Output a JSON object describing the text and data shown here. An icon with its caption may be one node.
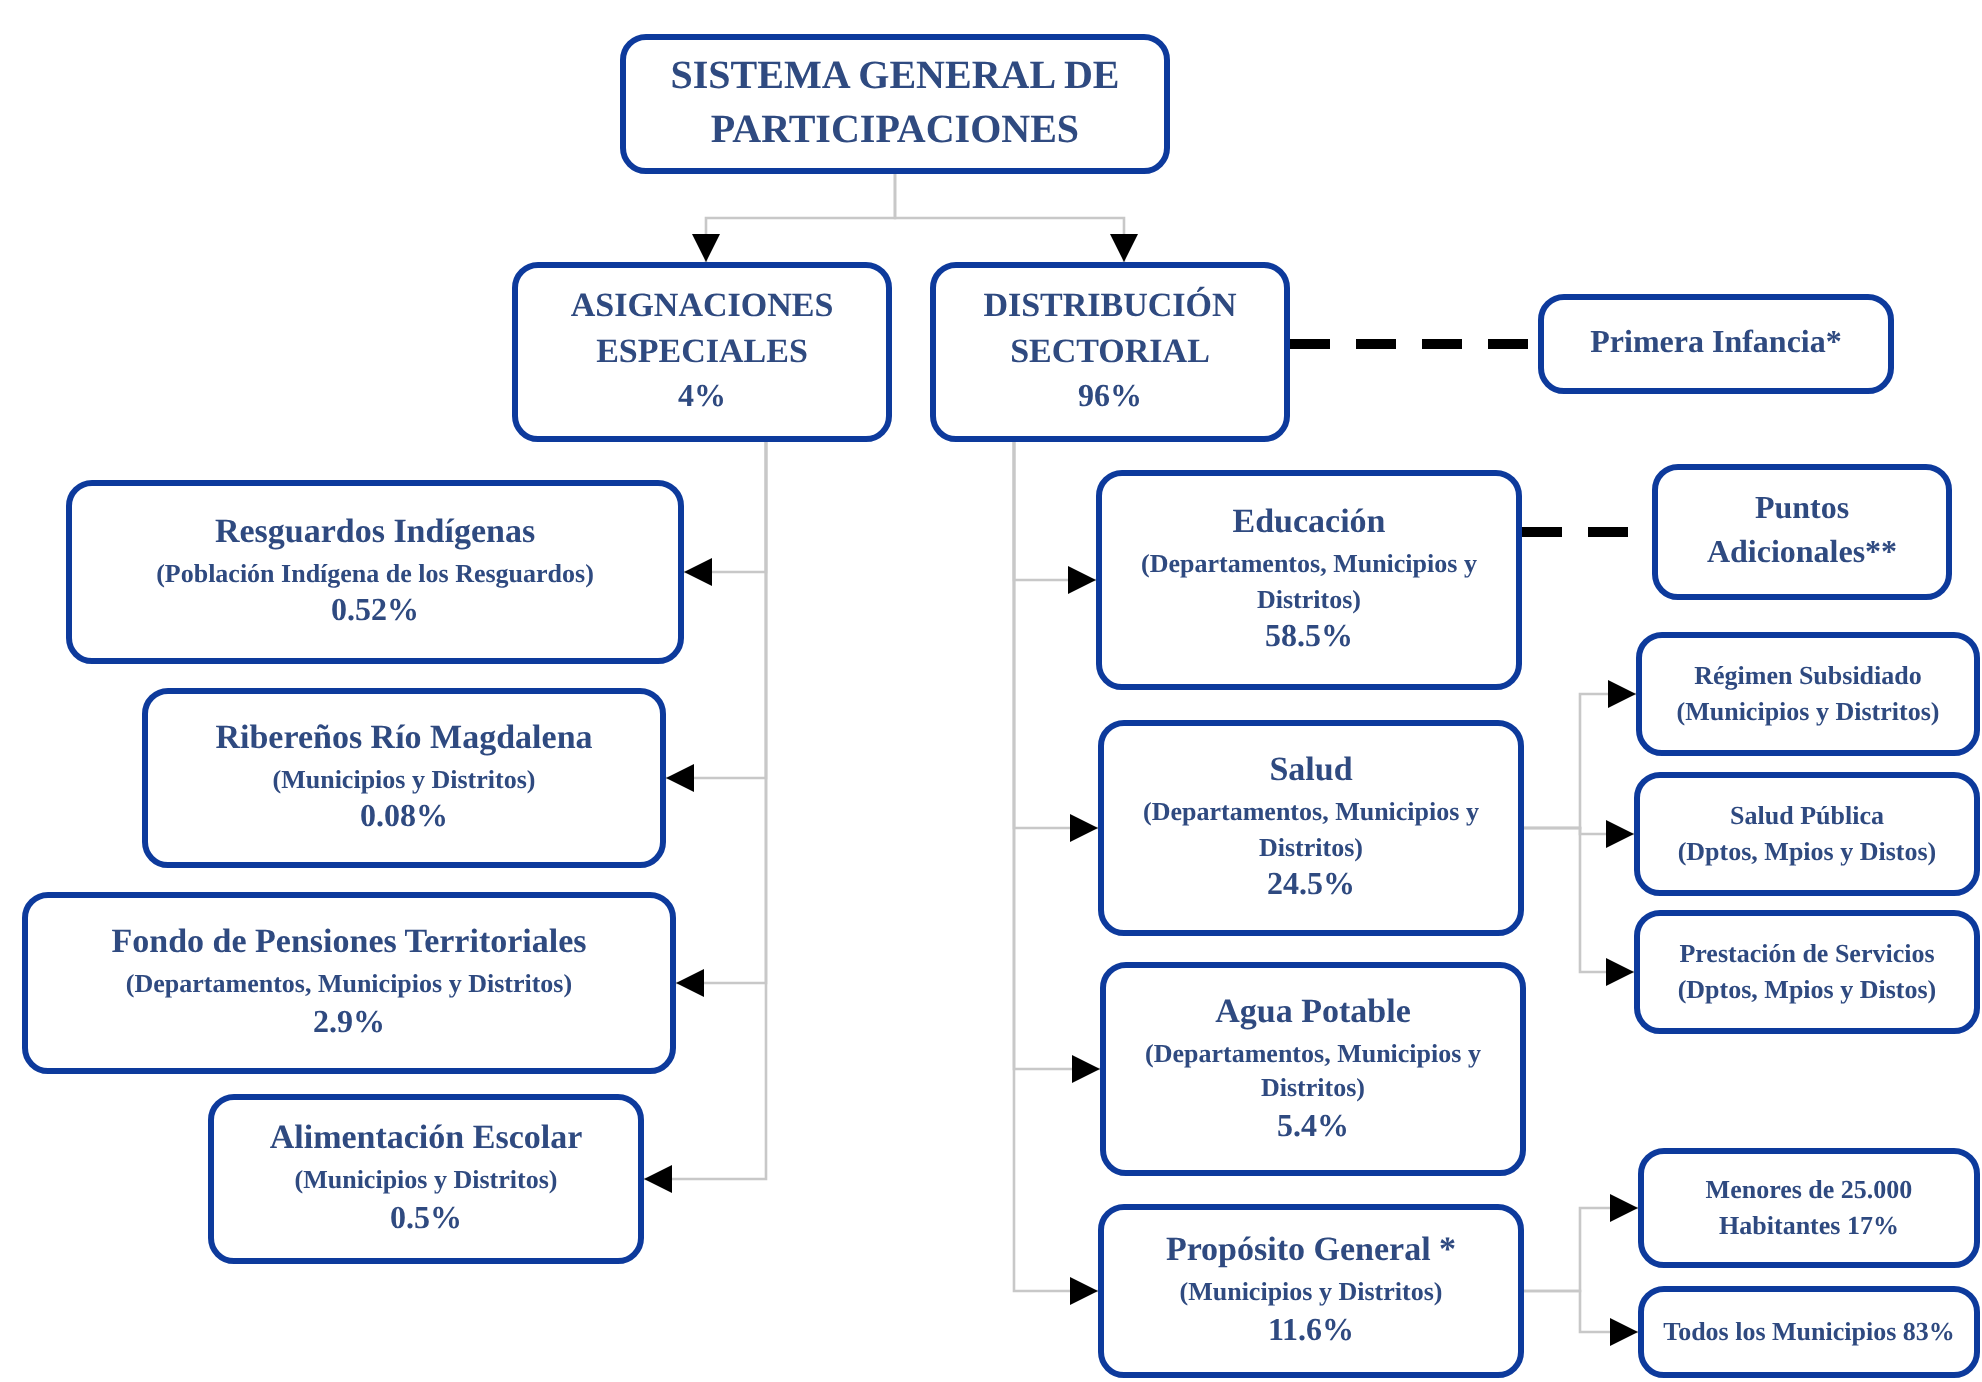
{
  "diagram": {
    "nodes": [
      {
        "text": [
          "SISTEMA GENERAL DE PARTICIPACIONES"
        ]
      },
      {
        "text": [
          "ASIGNACIONES ESPECIALES",
          "4%"
        ]
      },
      {
        "text": [
          "DISTRIBUCIÓN SECTORIAL",
          "96%"
        ]
      },
      {
        "text": [
          "Primera Infancia*"
        ]
      },
      {
        "text": [
          "Resguardos Indígenas",
          "(Población Indígena de los Resguardos)",
          "0.52%"
        ]
      },
      {
        "text": [
          "Ribereños Río Magdalena",
          "(Municipios y Distritos)",
          "0.08%"
        ]
      },
      {
        "text": [
          "Fondo de Pensiones Territoriales",
          "(Departamentos, Municipios y Distritos)",
          "2.9%"
        ]
      },
      {
        "text": [
          "Alimentación Escolar",
          "(Municipios y Distritos)",
          "0.5%"
        ]
      },
      {
        "text": [
          "Educación",
          "(Departamentos, Municipios y Distritos)",
          "58.5%"
        ]
      },
      {
        "text": [
          "Puntos Adicionales**"
        ]
      },
      {
        "text": [
          "Salud",
          "(Departamentos, Municipios y Distritos)",
          "24.5%"
        ]
      },
      {
        "text": [
          "Régimen Subsidiado",
          "(Municipios y Distritos)"
        ]
      },
      {
        "text": [
          "Salud Pública",
          "(Dptos, Mpios y Distos)"
        ]
      },
      {
        "text": [
          "Prestación de Servicios",
          "(Dptos, Mpios y Distos)"
        ]
      },
      {
        "text": [
          "Agua Potable",
          "(Departamentos, Municipios y Distritos)",
          "5.4%"
        ]
      },
      {
        "text": [
          "Propósito General *",
          "(Municipios y Distritos)",
          "11.6%"
        ]
      },
      {
        "text": [
          "Menores de 25.000 Habitantes 17%"
        ]
      },
      {
        "text": [
          "Todos los Municipios 83%"
        ]
      }
    ],
    "edges": [
      {
        "from": 0,
        "to": 1,
        "arrow": "to"
      },
      {
        "from": 0,
        "to": 2,
        "arrow": "to"
      },
      {
        "from": 2,
        "to": 3,
        "arrow": "none",
        "style": "dashed",
        "color": "#000000"
      },
      {
        "from": 1,
        "to": 4,
        "arrow": "to"
      },
      {
        "from": 1,
        "to": 5,
        "arrow": "to"
      },
      {
        "from": 1,
        "to": 6,
        "arrow": "to"
      },
      {
        "from": 1,
        "to": 7,
        "arrow": "to"
      },
      {
        "from": 2,
        "to": 8,
        "arrow": "to"
      },
      {
        "from": 8,
        "to": 9,
        "arrow": "none",
        "style": "dashed",
        "color": "#000000"
      },
      {
        "from": 2,
        "to": 10,
        "arrow": "to"
      },
      {
        "from": 2,
        "to": 14,
        "arrow": "to"
      },
      {
        "from": 2,
        "to": 15,
        "arrow": "to"
      },
      {
        "from": 10,
        "to": 11,
        "arrow": "to"
      },
      {
        "from": 10,
        "to": 12,
        "arrow": "to"
      },
      {
        "from": 10,
        "to": 13,
        "arrow": "to"
      },
      {
        "from": 15,
        "to": 16,
        "arrow": "to"
      },
      {
        "from": 15,
        "to": 17,
        "arrow": "to"
      }
    ]
  }
}
